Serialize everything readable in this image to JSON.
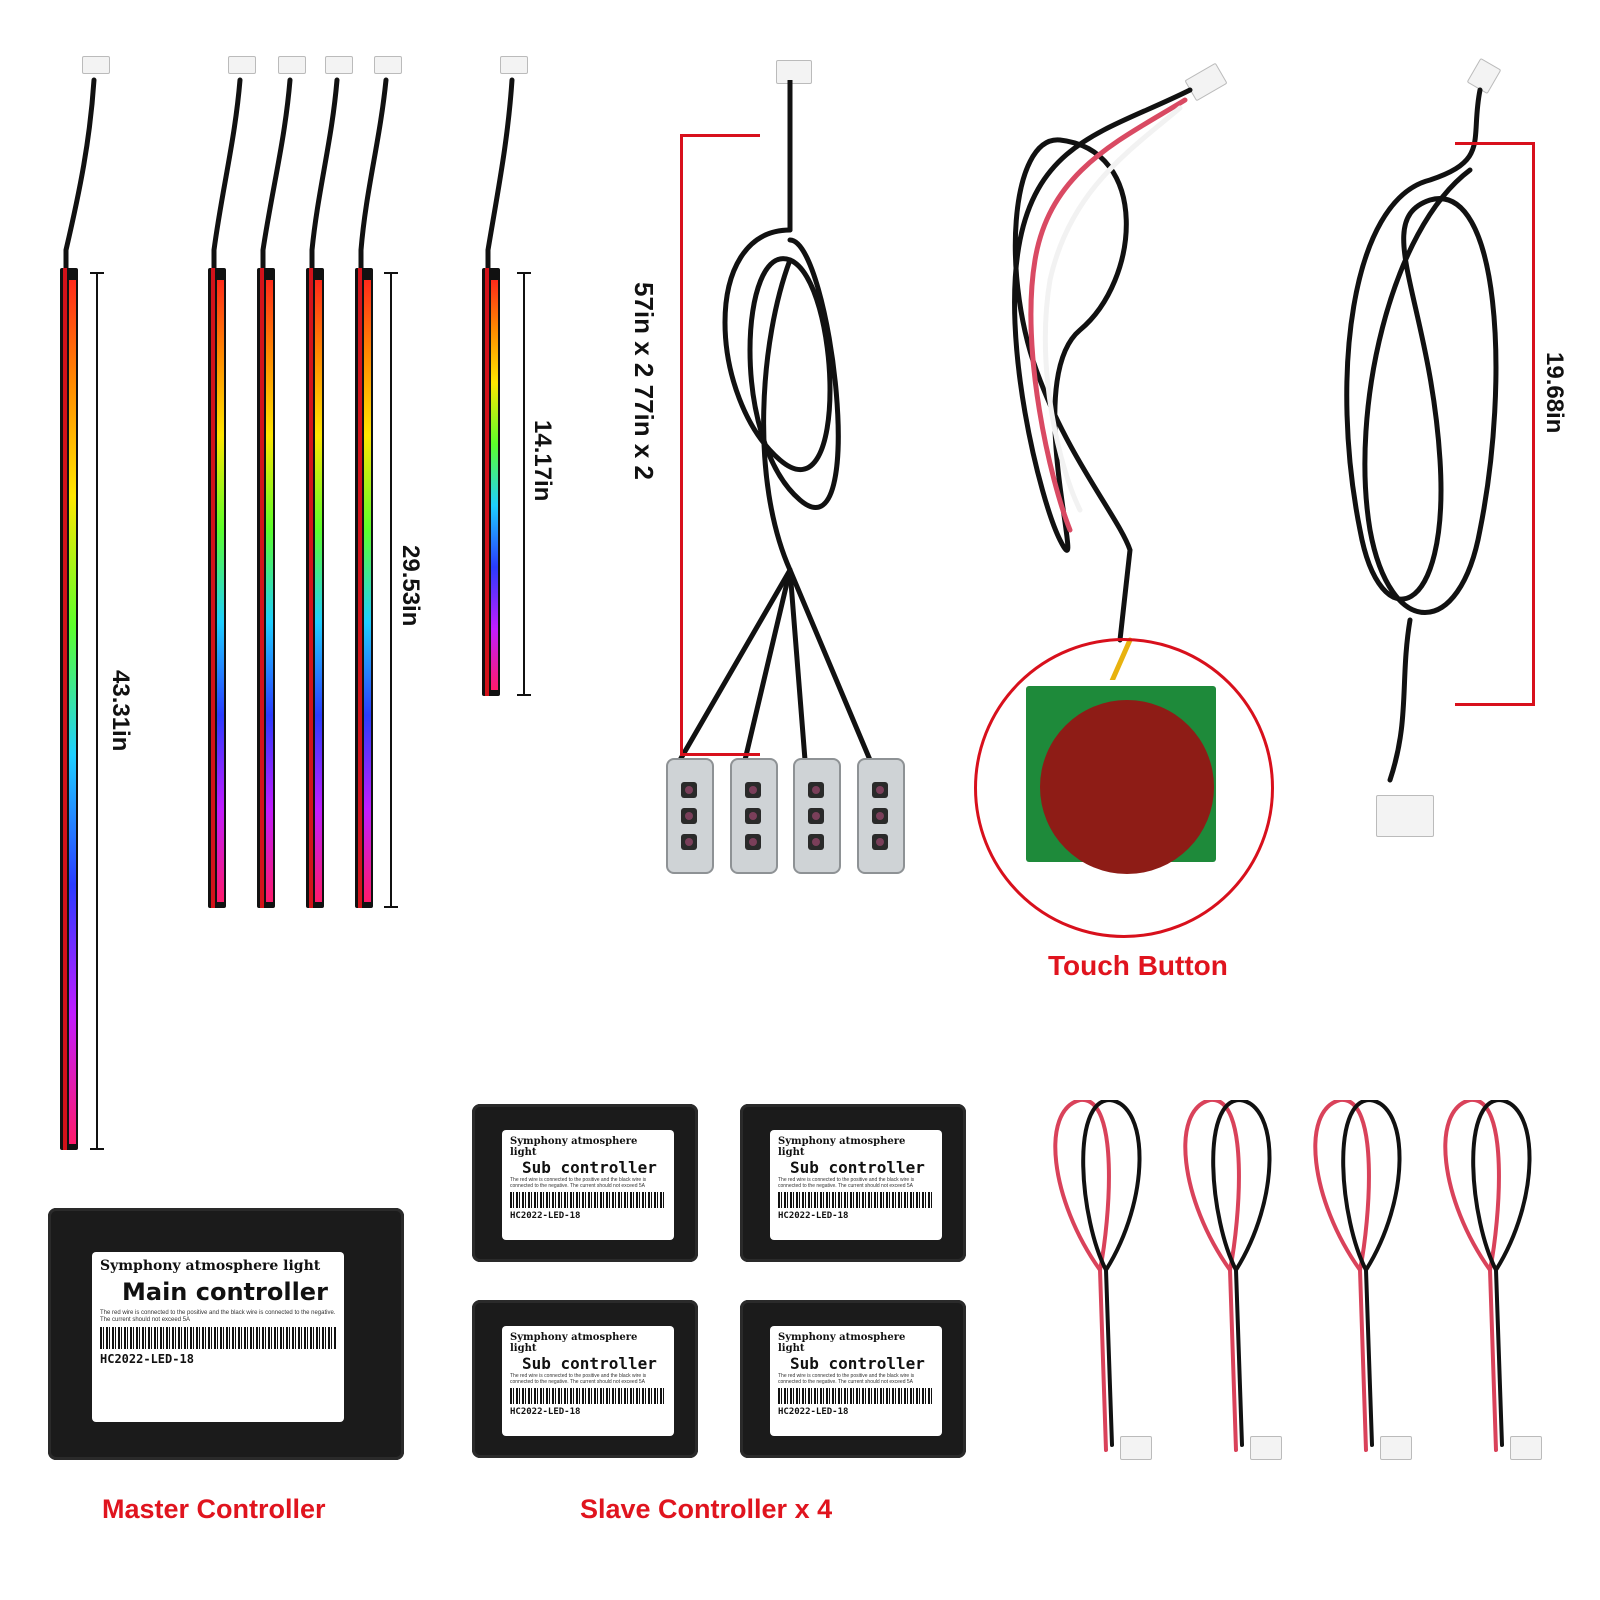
{
  "measurements": {
    "long_strip": "43.31in",
    "mid_strips": "29.53in",
    "short_strip": "14.17in",
    "footwell_cable": "57in x 2   77in x 2",
    "extension_cable": "19.68in"
  },
  "captions": {
    "touch_button": "Touch Button",
    "master": "Master Controller",
    "slave": "Slave Controller x 4"
  },
  "main_controller": {
    "title": "Symphony atmosphere light",
    "name": "Main controller",
    "note": "The red wire is connected to the positive and the black wire is connected to the negative. The current should not exceed 5A",
    "code": "HC2022-LED-18"
  },
  "sub_controllers": [
    {
      "title": "Symphony atmosphere light",
      "name": "Sub controller",
      "note": "The red wire is connected to the positive and the black wire is connected to the negative. The current should not exceed 5A",
      "code": "HC2022-LED-18"
    },
    {
      "title": "Symphony atmosphere light",
      "name": "Sub controller",
      "note": "The red wire is connected to the positive and the black wire is connected to the negative. The current should not exceed 5A",
      "code": "HC2022-LED-18"
    },
    {
      "title": "Symphony atmosphere light",
      "name": "Sub controller",
      "note": "The red wire is connected to the positive and the black wire is connected to the negative. The current should not exceed 5A",
      "code": "HC2022-LED-18"
    },
    {
      "title": "Symphony atmosphere light",
      "name": "Sub controller",
      "note": "The red wire is connected to the positive and the black wire is connected to the negative. The current should not exceed 5A",
      "code": "HC2022-LED-18"
    }
  ],
  "colors": {
    "caption": "#e0141e",
    "measure_red": "#d8101c",
    "controller_body": "#1b1b1b",
    "pcb_green": "#1e8a3a",
    "pad_red": "#8e1c16"
  }
}
